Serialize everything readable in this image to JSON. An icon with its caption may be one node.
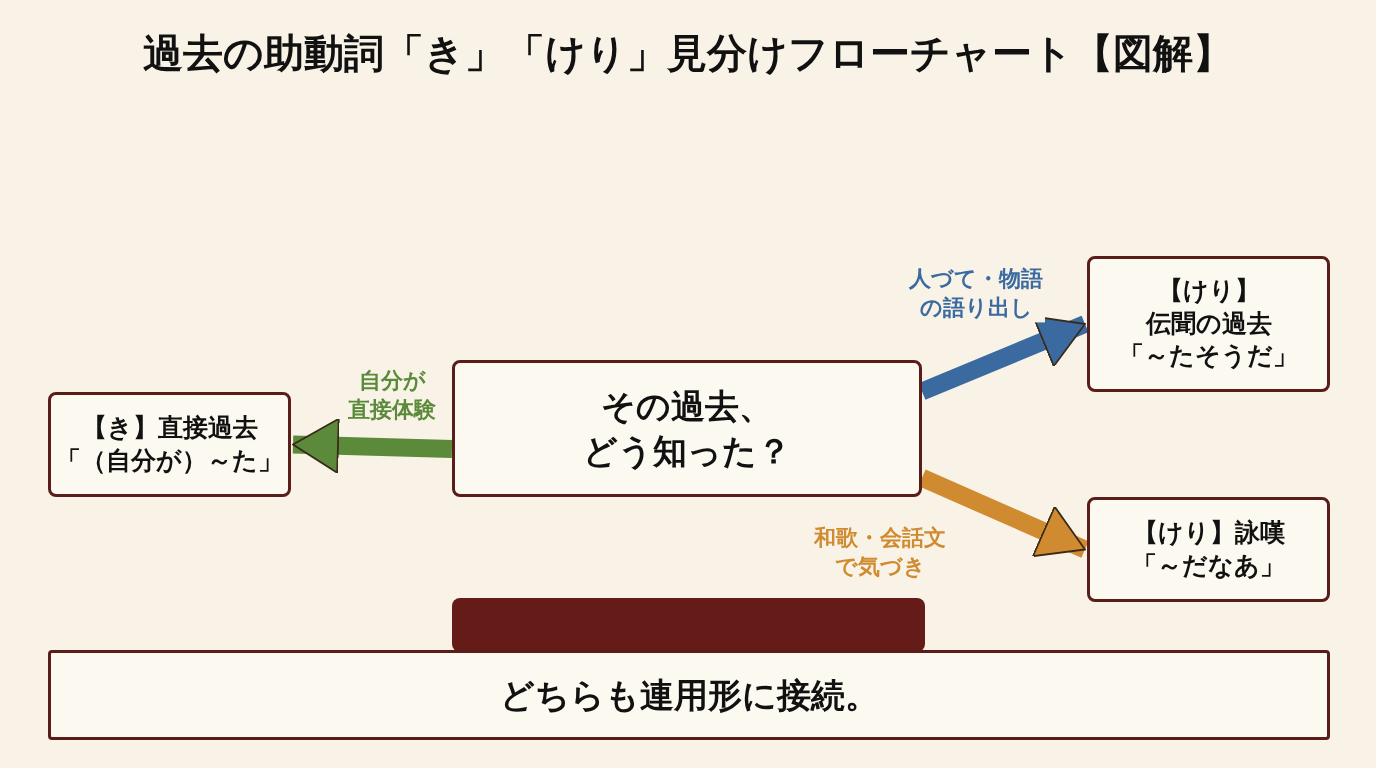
{
  "diagram": {
    "title": "過去の助動詞「き」「けり」見分けフローチャート【図解】",
    "nodes": [
      {
        "text": [
          "その過去、どう知った？"
        ]
      },
      {
        "text": [
          "【き】直接過去",
          "「（自分が）～た」"
        ]
      },
      {
        "text": [
          "【けり】",
          "伝聞の過去",
          "「～たそうだ」"
        ]
      },
      {
        "text": [
          "【けり】詠嘆",
          "「～だなあ」"
        ]
      },
      {
        "text": [
          "どちらも連用形に接続。"
        ]
      }
    ],
    "edges": [
      {
        "from": 0,
        "to": 1,
        "arrow": "to",
        "label": "自分が直接体験",
        "color": "#5a8a3a"
      },
      {
        "from": 0,
        "to": 2,
        "arrow": "to",
        "label": "人づて・物語の語り出し",
        "color": "#3a6aa0"
      },
      {
        "from": 0,
        "to": 3,
        "arrow": "to",
        "label": "和歌・会話文で気づき",
        "color": "#d08a30"
      }
    ]
  }
}
